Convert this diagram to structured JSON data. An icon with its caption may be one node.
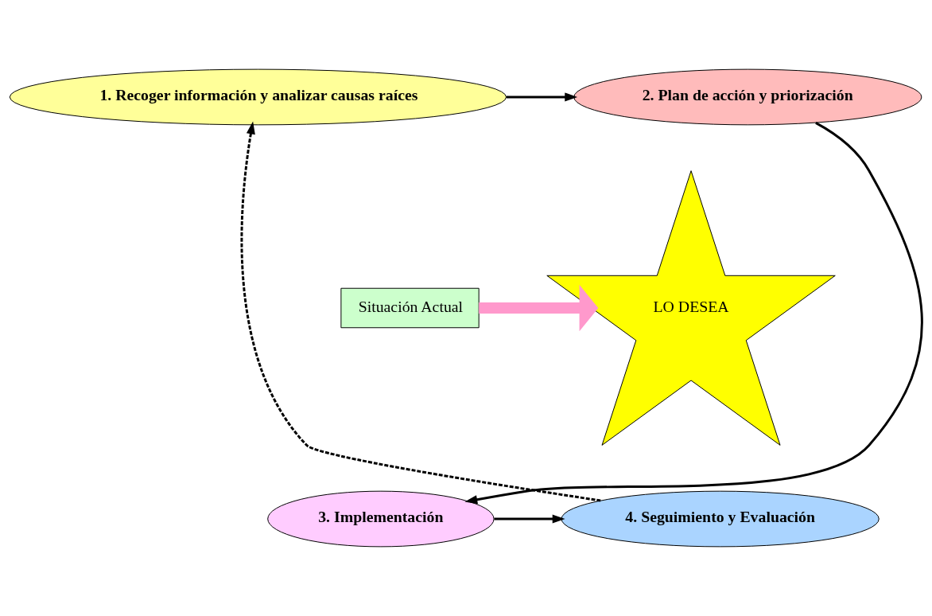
{
  "diagram": {
    "nodes": [
      {
        "text": [
          "1. Recoger información y analizar causas raíces"
        ]
      },
      {
        "text": [
          "2. Plan de acción y priorización"
        ]
      },
      {
        "text": [
          "LO DESEA"
        ]
      },
      {
        "text": [
          "3. Implementación"
        ]
      },
      {
        "text": [
          "4. Seguimiento y Evaluación"
        ]
      },
      {
        "text": [
          "Situación Actual"
        ]
      }
    ],
    "edges": [
      {
        "from": 0,
        "to": 1,
        "arrow": "to"
      },
      {
        "from": 1,
        "to": 3,
        "arrow": "to"
      },
      {
        "from": 3,
        "to": 4,
        "arrow": "to"
      },
      {
        "from": 4,
        "to": 0,
        "arrow": "to",
        "style": "dashed"
      },
      {
        "from": 5,
        "to": 2,
        "arrow": "to",
        "style": "thick",
        "color": "#ff99cc"
      }
    ]
  }
}
